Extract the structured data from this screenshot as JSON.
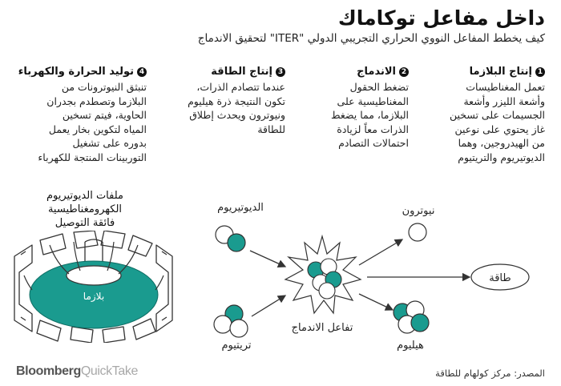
{
  "header": {
    "title": "داخل مفاعل توكاماك",
    "subtitle": "كيف يخطط المفاعل النووي الحراري التجريبي الدولي \"ITER\" لتحقيق الاندماج"
  },
  "steps": [
    {
      "number": "1",
      "title": "إنتاج البلازما",
      "lines": [
        "تعمل المغناطيسات",
        "وأشعة الليزر وأشعة",
        "الجسيمات على تسخين",
        "غاز يحتوي على نوعين",
        "من الهيدروجين، وهما",
        "الديوتيريوم والتريتيوم"
      ]
    },
    {
      "number": "2",
      "title": "الاندماج",
      "lines": [
        "تضغط الحقول",
        "المغناطيسية على",
        "البلازما، مما يضغط",
        "الذرات معاً لزيادة",
        "احتمالات التصادم"
      ]
    },
    {
      "number": "3",
      "title": "إنتاج الطاقة",
      "lines": [
        "عندما تتصادم الذرات،",
        "تكون النتيجة ذرة هيليوم",
        "ونيوترون ويحدث إطلاق",
        "للطاقة"
      ]
    },
    {
      "number": "4",
      "title": "توليد الحرارة والكهرباء",
      "lines": [
        "تنبثق النيوترونات من",
        "البلازما وتصطدم بجدران",
        "الحاوية، فيتم تسخين",
        "المياه لتكوين بخار يعمل",
        "بدوره على تشغيل",
        "التوربينات المنتجة للكهرباء"
      ]
    }
  ],
  "tokamak": {
    "coil_label_lines": [
      "ملفات الديوتيريوم",
      "الكهرومغناطيسية",
      "فائقة التوصيل"
    ],
    "plasma_label": "بلازما"
  },
  "reaction": {
    "deuterium": "الديوتيريوم",
    "tritium": "تريتيوم",
    "fusion": "تفاعل الاندماج",
    "neutron": "نيوترون",
    "helium": "هيليوم",
    "energy": "طاقة"
  },
  "colors": {
    "teal": "#1a9b8f",
    "text": "#111111",
    "line": "#333333"
  },
  "footer": {
    "brand_bold": "Bloomberg",
    "brand_light": "QuickTake",
    "source": "المصدر: مركز كولهام للطاقة"
  }
}
